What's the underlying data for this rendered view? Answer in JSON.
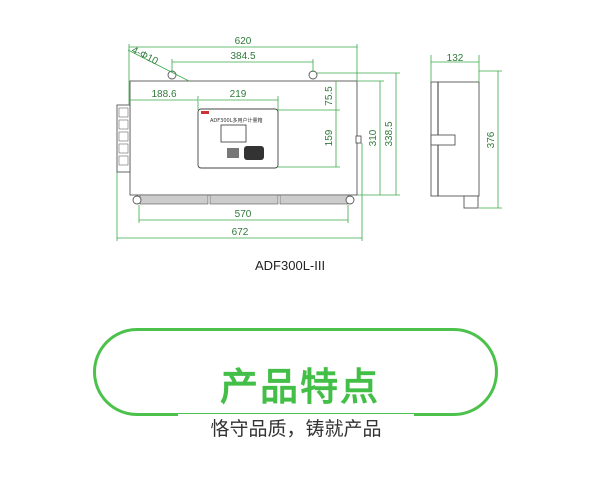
{
  "drawing": {
    "model": "ADF300L-III",
    "panel_label": "ADF300L多用户计量箱",
    "dimensions": {
      "overall_width": "620",
      "hole_spacing": "384.5",
      "holes": "4-Φ10",
      "left_offset": "188.6",
      "panel_width": "219",
      "panel_top_offset": "75.5",
      "panel_height": "159",
      "body_height": "310",
      "mount_height": "338.5",
      "terminal_width": "570",
      "total_width": "672",
      "depth": "132",
      "side_height": "376"
    },
    "line_color": "#3aa84a"
  },
  "feature": {
    "title": "产品特点",
    "subtitle": "恪守品质，铸就产品",
    "accent_color": "#43bf48"
  }
}
